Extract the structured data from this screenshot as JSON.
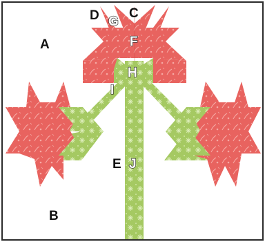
{
  "colors": {
    "background": "#ffffff",
    "frame": "#2b2b2b",
    "red_fabric": "#e8635f",
    "red_fabric_dark": "#d9504d",
    "red_print": "#f6a9a4",
    "green_fabric": "#a5c962",
    "green_print": "#dcedb8",
    "seam": "#c9463f"
  },
  "labels": {
    "A": "A",
    "B": "B",
    "C": "C",
    "D": "D",
    "E": "E",
    "F": "F",
    "G": "G",
    "H": "H",
    "I": "I",
    "J": "J"
  }
}
